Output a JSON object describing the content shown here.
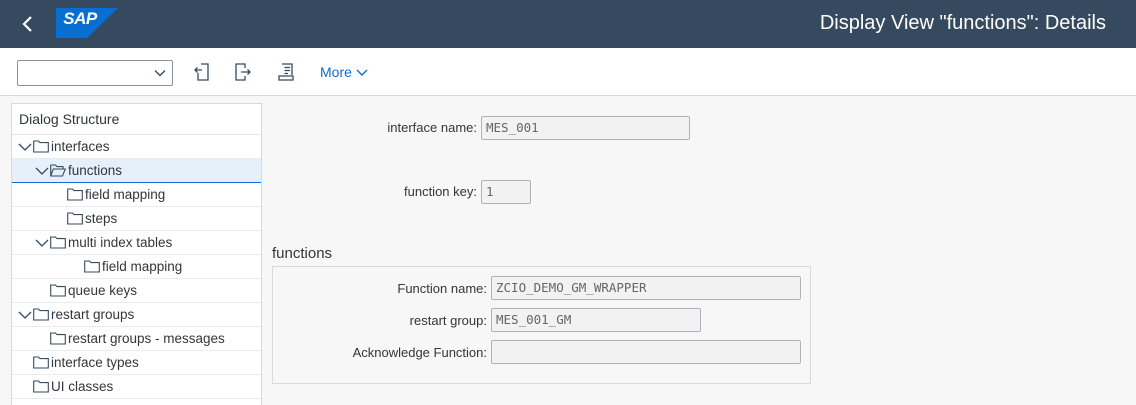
{
  "shell": {
    "logo_text": "SAP",
    "title": "Display View \"functions\": Details",
    "brand_color": "#354a5f",
    "logo_color": "#0a6ed1"
  },
  "toolbar": {
    "select_value": "",
    "icons": [
      "previous-entry-icon",
      "next-entry-icon",
      "print-list-icon"
    ],
    "more_label": "More"
  },
  "dialog_structure": {
    "title": "Dialog Structure",
    "items": [
      {
        "label": "interfaces",
        "expanded": true,
        "selected": false
      },
      {
        "label": "functions",
        "expanded": true,
        "selected": true
      },
      {
        "label": "field mapping",
        "expanded": false,
        "selected": false
      },
      {
        "label": "steps",
        "expanded": false,
        "selected": false
      },
      {
        "label": "multi index tables",
        "expanded": true,
        "selected": false
      },
      {
        "label": "field mapping",
        "expanded": false,
        "selected": false
      },
      {
        "label": "queue keys",
        "expanded": false,
        "selected": false
      },
      {
        "label": "restart groups",
        "expanded": true,
        "selected": false
      },
      {
        "label": "restart groups - messages",
        "expanded": false,
        "selected": false
      },
      {
        "label": "interface types",
        "expanded": false,
        "selected": false
      },
      {
        "label": "UI classes",
        "expanded": false,
        "selected": false
      }
    ]
  },
  "header_fields": {
    "interface_name_label": "interface name:",
    "interface_name_value": "MES_001",
    "function_key_label": "function key:",
    "function_key_value": "1"
  },
  "functions_section": {
    "title": "functions",
    "function_name_label": "Function name:",
    "function_name_value": "ZCIO_DEMO_GM_WRAPPER",
    "restart_group_label": "restart group:",
    "restart_group_value": "MES_001_GM",
    "ack_function_label": "Acknowledge Function:",
    "ack_function_value": ""
  }
}
